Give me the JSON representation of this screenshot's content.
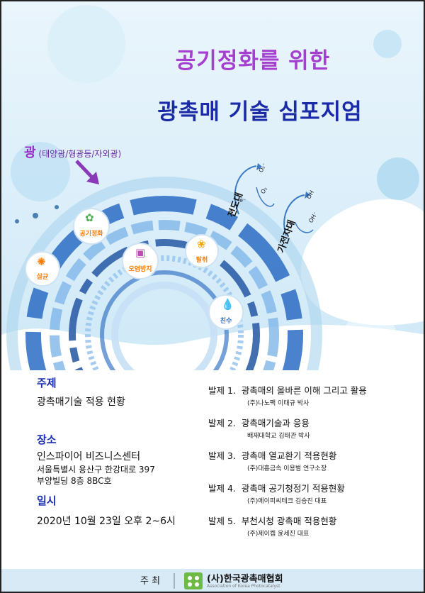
{
  "title": {
    "line1": "공기정화를 위한",
    "line2": "광촉매 기술 심포지엄"
  },
  "light": {
    "main": "광",
    "detail": "(태양광/형광등/자외광)"
  },
  "functions": [
    "공기정화",
    "살균",
    "오염방지",
    "탈취",
    "친수"
  ],
  "bands": {
    "conduction": "전도대",
    "valence": "가전자대",
    "electron": "e⁻",
    "oxygen": "O₂",
    "superoxide": "O₂⁻",
    "hydroxide": "OH⁻",
    "hydroxyl": "OH"
  },
  "topic": {
    "heading": "주제",
    "value": "광촉매기술 적용 현황"
  },
  "place": {
    "heading": "장소",
    "name": "인스파이어 비즈니스센터",
    "address1": "서울특별시 용산구 한강대로 397",
    "address2": "부양빌딩 8층 8BC호"
  },
  "date": {
    "heading": "일시",
    "value": "2020년 10월 23일 오후 2~6시"
  },
  "talks": [
    {
      "no": "발제 1.",
      "title": "광촉매의 올바른 이해 그리고 활용",
      "speaker": "(주)나노팩 이태규 박사"
    },
    {
      "no": "발제 2.",
      "title": "광촉매기술과 응용",
      "speaker": "배재대학교 김태관 박사"
    },
    {
      "no": "발제 3.",
      "title": "광촉매 열교환기 적용현황",
      "speaker": "(주)대흥금속 이용범 연구소장"
    },
    {
      "no": "발제 4.",
      "title": "광촉매 공기청정기 적용현황",
      "speaker": "(주)에이피씨테크 김승진 대표"
    },
    {
      "no": "발제 5.",
      "title": "부천시청 광촉매 적용현황",
      "speaker": "(주)제이켐 윤세진 대표"
    }
  ],
  "footer": {
    "host_label": "주 최",
    "organizer": "(사)한국광촉매협회",
    "organizer_en": "Association of Korea Photocatalyst"
  },
  "colors": {
    "title1": "#a43fd0",
    "title2": "#1b2aa6",
    "heading": "#1a2fb0",
    "sky": "#cfe9f7",
    "accent_orange": "#ff7a00"
  }
}
